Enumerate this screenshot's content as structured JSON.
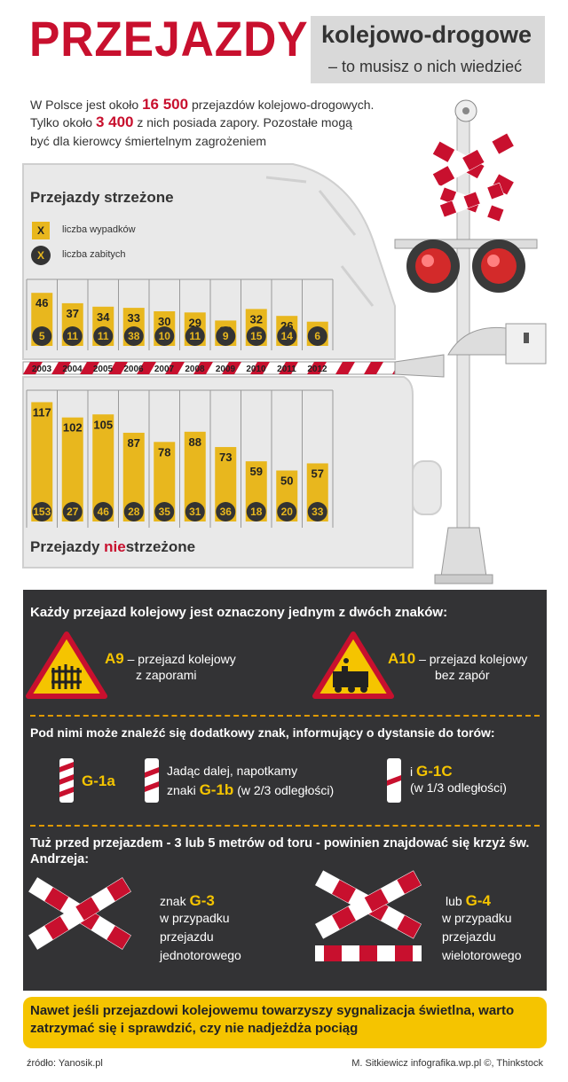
{
  "header": {
    "title": "PRZEJAZDY",
    "subtitle": "kolejowo-drogowe",
    "subtitle2": "– to musisz o nich wiedzieć"
  },
  "intro": {
    "line1_pre": "W Polsce jest około ",
    "line1_num": "16 500",
    "line1_post": " przejazdów kolejowo-drogowych.",
    "line2_pre": "Tylko około ",
    "line2_num": "3 400",
    "line2_post": " z nich posiada zapory. Pozostałe mogą",
    "line3": "być dla kierowcy śmiertelnym zagrożeniem"
  },
  "legend": {
    "accidents_symbol": "X",
    "accidents_label": "liczba wypadków",
    "deaths_symbol": "X",
    "deaths_label": "liczba zabitych"
  },
  "guarded_title": "Przejazdy strzeżone",
  "unguarded_title_pre": "Przejazdy ",
  "unguarded_title_em": "nie",
  "unguarded_title_post": "strzeżone",
  "colors": {
    "accent_red": "#c8102e",
    "bar_yellow": "#e8b71e",
    "dark_panel": "#333335",
    "sign_yellow": "#f5c400"
  },
  "chart_data": [
    {
      "type": "bar",
      "title": "Przejazdy strzeżone",
      "categories": [
        "2003",
        "2004",
        "2005",
        "2006",
        "2007",
        "2008",
        "2009",
        "2010",
        "2011",
        "2012"
      ],
      "series": [
        {
          "name": "liczba wypadków",
          "values": [
            46,
            37,
            34,
            33,
            30,
            29,
            22,
            32,
            26,
            21
          ]
        },
        {
          "name": "liczba zabitych",
          "values": [
            5,
            11,
            11,
            38,
            10,
            11,
            9,
            15,
            14,
            6
          ]
        }
      ],
      "ylim": [
        0,
        60
      ]
    },
    {
      "type": "bar",
      "title": "Przejazdy niestrzeżone",
      "categories": [
        "2003",
        "2004",
        "2005",
        "2006",
        "2007",
        "2008",
        "2009",
        "2010",
        "2011",
        "2012"
      ],
      "series": [
        {
          "name": "liczba wypadków",
          "values": [
            117,
            102,
            105,
            87,
            78,
            88,
            73,
            59,
            50,
            57
          ]
        },
        {
          "name": "liczba zabitych",
          "values": [
            153,
            27,
            46,
            28,
            35,
            31,
            36,
            18,
            20,
            33
          ]
        }
      ],
      "ylim": [
        0,
        130
      ]
    }
  ],
  "signs": {
    "heading1": "Każdy przejazd kolejowy jest oznaczony jednym z dwóch znaków:",
    "a9_code": "A9",
    "a9_text1": " – przejazd kolejowy",
    "a9_text2": "z zaporami",
    "a10_code": "A10",
    "a10_text1": " – przejazd kolejowy",
    "a10_text2": "bez zapór",
    "heading2": "Pod nimi może znaleźć się dodatkowy znak, informujący o dystansie do torów:",
    "g1a_code": "G-1a",
    "g1b_text1": "Jadąc dalej, napotkamy",
    "g1b_text2_pre": "znaki ",
    "g1b_code": "G-1b",
    "g1b_text2_post": " (w 2/3 odległości)",
    "g1c_pre": "i ",
    "g1c_code": "G-1C",
    "g1c_text": "(w 1/3 odległości)",
    "heading3": "Tuż przed przejazdem - 3 lub 5 metrów od toru - powinien znajdować się krzyż św. Andrzeja:",
    "g3_pre": "znak ",
    "g3_code": "G-3",
    "g3_l1": "w przypadku",
    "g3_l2": "przejazdu",
    "g3_l3": "jednotorowego",
    "g4_pre": "lub ",
    "g4_code": "G-4",
    "g4_l1": "w przypadku",
    "g4_l2": "przejazdu",
    "g4_l3": "wielotorowego"
  },
  "bottom_note": "Nawet jeśli przejazdowi kolejowemu towarzyszy sygnalizacja świetlna, warto zatrzymać się i sprawdzić, czy nie nadjeżdża pociąg",
  "footer": {
    "source": "źródło: Yanosik.pl",
    "credit": "M. Sitkiewicz infografika.wp.pl ©, Thinkstock"
  }
}
